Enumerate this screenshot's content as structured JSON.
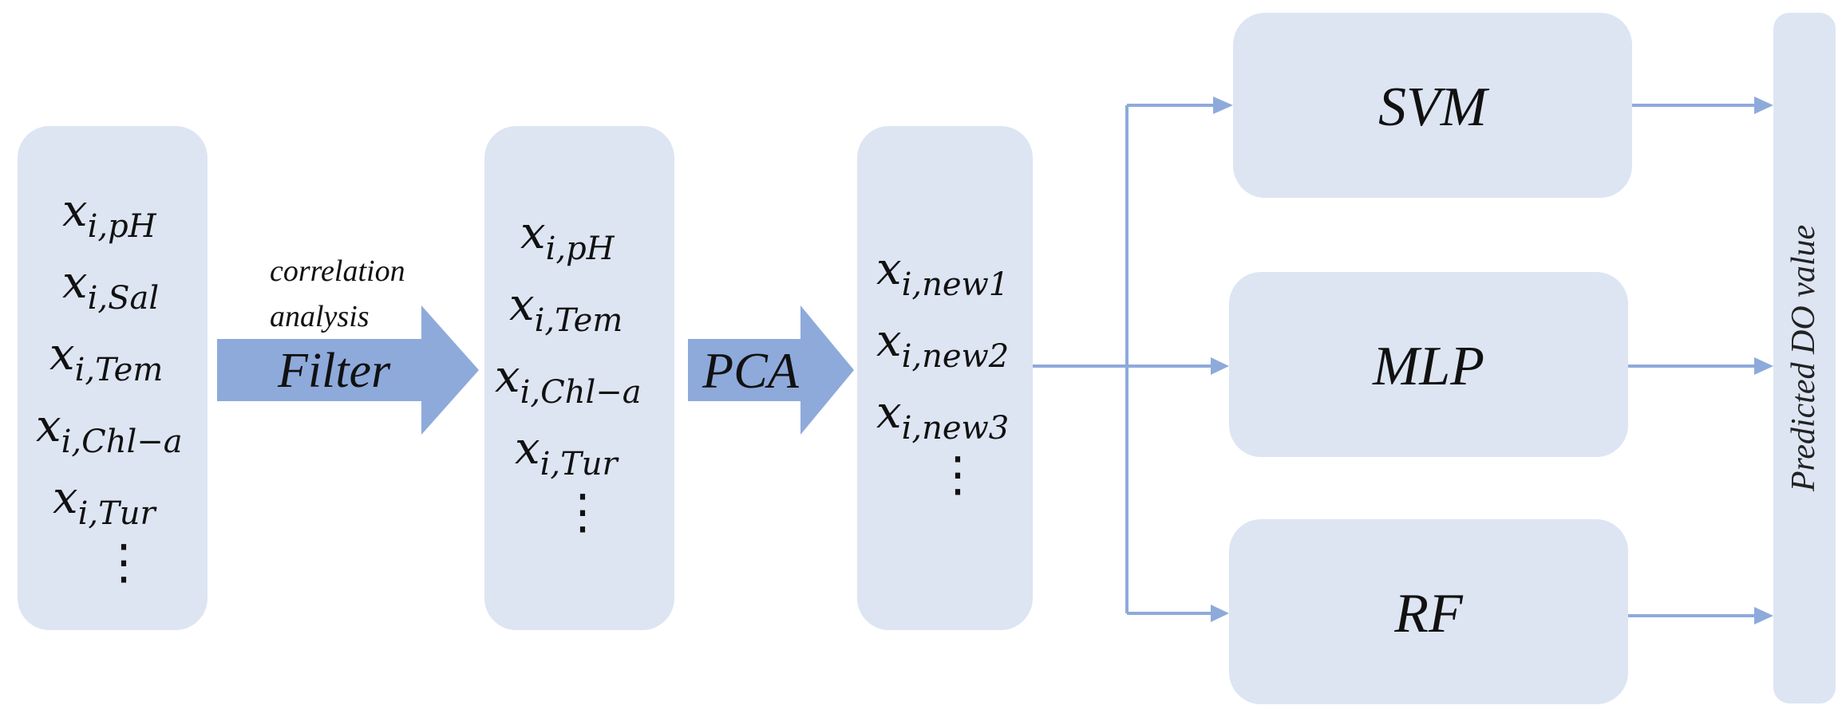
{
  "input_box": {
    "vars": [
      {
        "base": "x",
        "sub": "i,pH"
      },
      {
        "base": "x",
        "sub": "i,Sal"
      },
      {
        "base": "x",
        "sub": "i,Tem"
      },
      {
        "base": "x",
        "sub": "i,Chl−a"
      },
      {
        "base": "x",
        "sub": "i,Tur"
      }
    ],
    "more": "⋮"
  },
  "filter_arrow": {
    "caption_line1": "correlation",
    "caption_line2": "analysis",
    "label": "Filter"
  },
  "filtered_box": {
    "vars": [
      {
        "base": "x",
        "sub": "i,pH"
      },
      {
        "base": "x",
        "sub": "i,Tem"
      },
      {
        "base": "x",
        "sub": "i,Chl−a"
      },
      {
        "base": "x",
        "sub": "i,Tur"
      }
    ],
    "more": "⋮"
  },
  "pca_arrow": {
    "label": "PCA"
  },
  "pca_box": {
    "vars": [
      {
        "base": "x",
        "sub": "i,new1"
      },
      {
        "base": "x",
        "sub": "i,new2"
      },
      {
        "base": "x",
        "sub": "i,new3"
      }
    ],
    "more": "⋮"
  },
  "models": {
    "svm": "SVM",
    "mlp": "MLP",
    "rf": "RF"
  },
  "output_label": "Predicted DO value",
  "colors": {
    "box_fill": "#dde5f3",
    "arrow_fill": "#8eaadb",
    "connector": "#8eaadb"
  }
}
